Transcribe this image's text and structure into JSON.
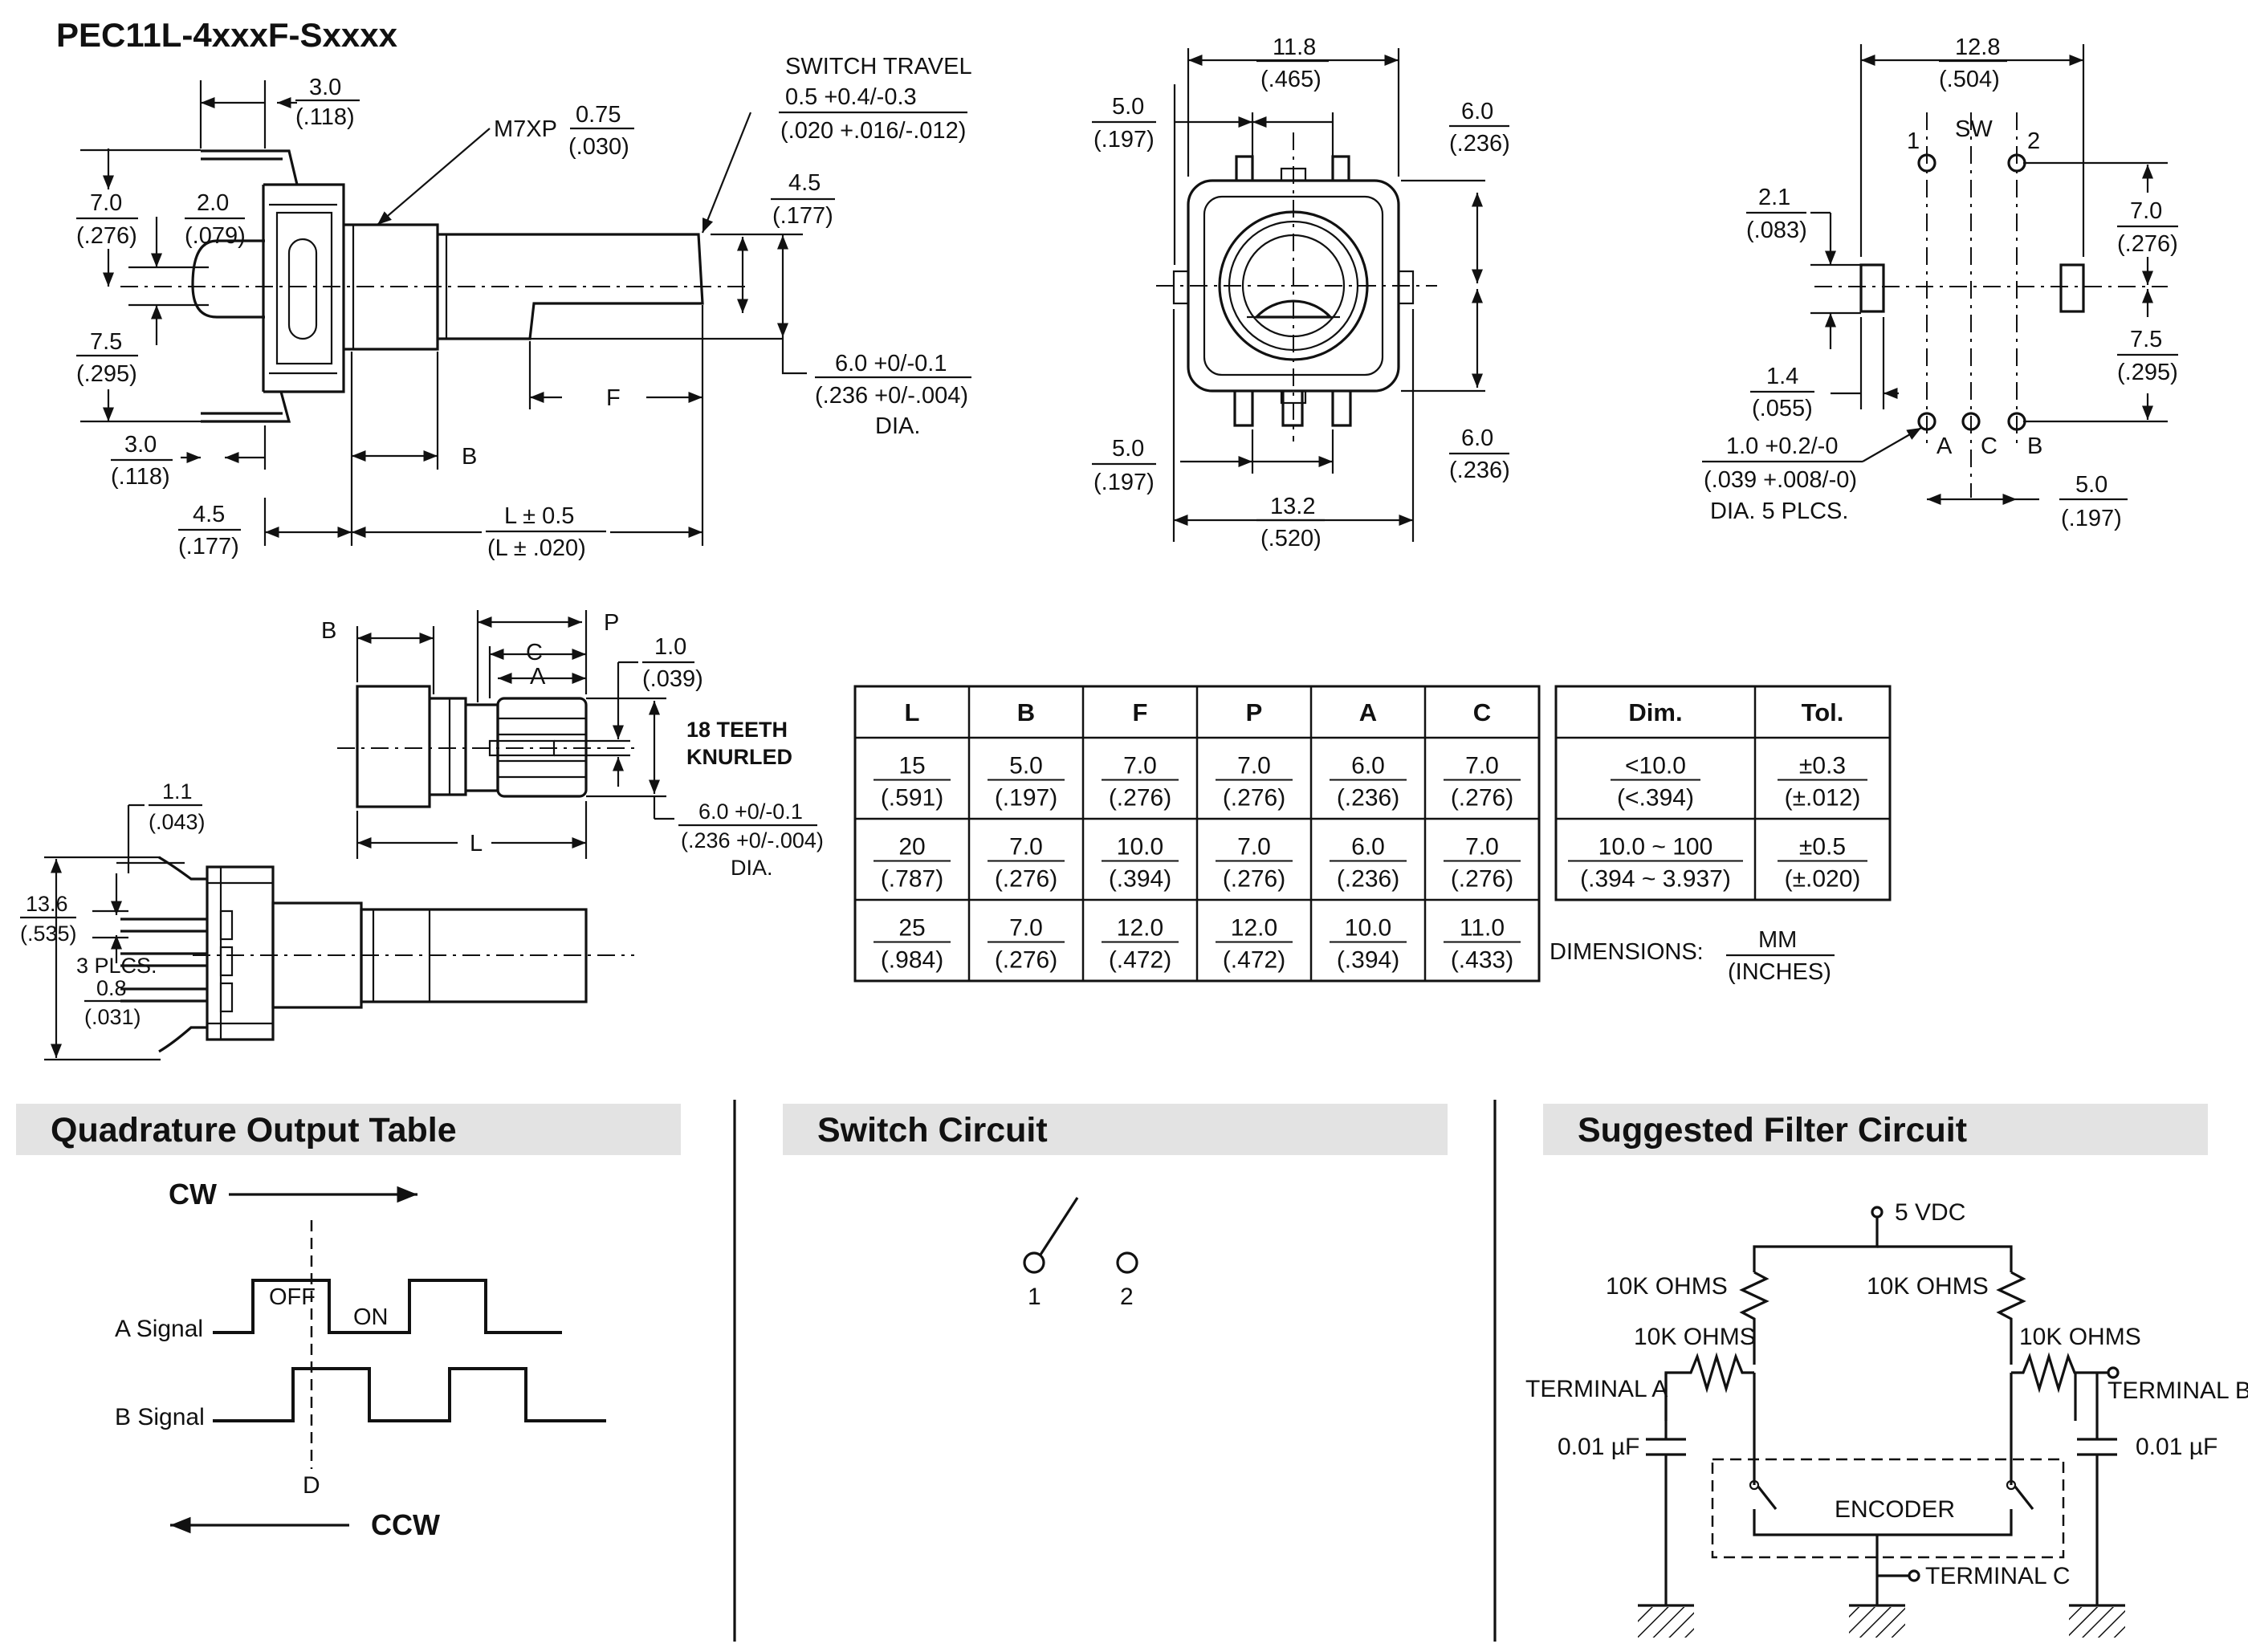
{
  "title": "PEC11L-4xxxF-Sxxxx",
  "side_view": {
    "d_30_top": [
      "3.0",
      "(.118)"
    ],
    "m7xp": "M7XP",
    "m7xp_dim": [
      "0.75",
      "(.030)"
    ],
    "switch_travel": [
      "SWITCH TRAVEL",
      "0.5 +0.4/-0.3",
      "(.020 +.016/-.012)"
    ],
    "d_45_flat": [
      "4.5",
      "(.177)"
    ],
    "d_70": [
      "7.0",
      "(.276)"
    ],
    "d_20": [
      "2.0",
      "(.079)"
    ],
    "d_75": [
      "7.5",
      "(.295)"
    ],
    "d_60_dia": [
      "6.0 +0/-0.1",
      "(.236 +0/-.004)",
      "DIA."
    ],
    "f_label": "F",
    "d_30_bottom": [
      "3.0",
      "(.118)"
    ],
    "b_label": "B",
    "d_45_bottom": [
      "4.5",
      "(.177)"
    ],
    "l_dim": [
      "L ± 0.5",
      "(L ± .020)"
    ]
  },
  "front_view": {
    "d_118": [
      "11.8",
      "(.465)"
    ],
    "d_50_top": [
      "5.0",
      "(.197)"
    ],
    "d_60_top": [
      "6.0",
      "(.236)"
    ],
    "d_60_bottom": [
      "6.0",
      "(.236)"
    ],
    "d_50_bottom": [
      "5.0",
      "(.197)"
    ],
    "d_132": [
      "13.2",
      "(.520)"
    ]
  },
  "pcb_layout": {
    "d_128": [
      "12.8",
      "(.504)"
    ],
    "sw": "SW",
    "pin1": "1",
    "pin2": "2",
    "d_21": [
      "2.1",
      "(.083)"
    ],
    "d_70": [
      "7.0",
      "(.276)"
    ],
    "d_75": [
      "7.5",
      "(.295)"
    ],
    "d_14": [
      "1.4",
      "(.055)"
    ],
    "d_hole": [
      "1.0 +0.2/-0",
      "(.039 +.008/-0)",
      "DIA. 5 PLCS."
    ],
    "pin_a": "A",
    "pin_c": "C",
    "pin_b": "B",
    "d_50": [
      "5.0",
      "(.197)"
    ]
  },
  "shaft_detail": {
    "b": "B",
    "c": "C",
    "a": "A",
    "p": "P",
    "d_10": [
      "1.0",
      "(.039)"
    ],
    "teeth": [
      "18 TEETH",
      "KNURLED"
    ],
    "d_60_dia": [
      "6.0 +0/-0.1",
      "(.236 +0/-.004)",
      "DIA."
    ],
    "l": "L"
  },
  "side_view_2": {
    "d_11": [
      "1.1",
      "(.043)"
    ],
    "d_136": [
      "13.6",
      "(.535)"
    ],
    "plcs": "3 PLCS.",
    "d_08": [
      "0.8",
      "(.031)"
    ]
  },
  "dim_table": {
    "headers": [
      "L",
      "B",
      "F",
      "P",
      "A",
      "C"
    ],
    "rows": [
      [
        [
          "15",
          "(.591)"
        ],
        [
          "5.0",
          "(.197)"
        ],
        [
          "7.0",
          "(.276)"
        ],
        [
          "7.0",
          "(.276)"
        ],
        [
          "6.0",
          "(.236)"
        ],
        [
          "7.0",
          "(.276)"
        ]
      ],
      [
        [
          "20",
          "(.787)"
        ],
        [
          "7.0",
          "(.276)"
        ],
        [
          "10.0",
          "(.394)"
        ],
        [
          "7.0",
          "(.276)"
        ],
        [
          "6.0",
          "(.236)"
        ],
        [
          "7.0",
          "(.276)"
        ]
      ],
      [
        [
          "25",
          "(.984)"
        ],
        [
          "7.0",
          "(.276)"
        ],
        [
          "12.0",
          "(.472)"
        ],
        [
          "12.0",
          "(.472)"
        ],
        [
          "10.0",
          "(.394)"
        ],
        [
          "11.0",
          "(.433)"
        ]
      ]
    ]
  },
  "tol_table": {
    "headers": [
      "Dim.",
      "Tol."
    ],
    "rows": [
      [
        [
          "<10.0",
          "(<.394)"
        ],
        [
          "±0.3",
          "(±.012)"
        ]
      ],
      [
        [
          "10.0 ~ 100",
          "(.394 ~ 3.937)"
        ],
        [
          "±0.5",
          "(±.020)"
        ]
      ]
    ]
  },
  "units": {
    "label": "DIMENSIONS:",
    "mm": "MM",
    "inches": "(INCHES)"
  },
  "quadrature": {
    "heading": "Quadrature Output Table",
    "cw": "CW",
    "ccw": "CCW",
    "off": "OFF",
    "on": "ON",
    "a_signal": "A Signal",
    "b_signal": "B Signal",
    "d": "D"
  },
  "switch_circuit": {
    "heading": "Switch Circuit",
    "pin1": "1",
    "pin2": "2"
  },
  "filter_circuit": {
    "heading": "Suggested Filter Circuit",
    "vdc": "5 VDC",
    "r_left_top": "10K OHMS",
    "r_right_top": "10K OHMS",
    "r_left_series": "10K OHMS",
    "r_right_series": "10K OHMS",
    "terminal_a": "TERMINAL A",
    "terminal_b": "TERMINAL B",
    "c_left": "0.01 µF",
    "c_right": "0.01 µF",
    "encoder": "ENCODER",
    "terminal_c": "TERMINAL C"
  }
}
